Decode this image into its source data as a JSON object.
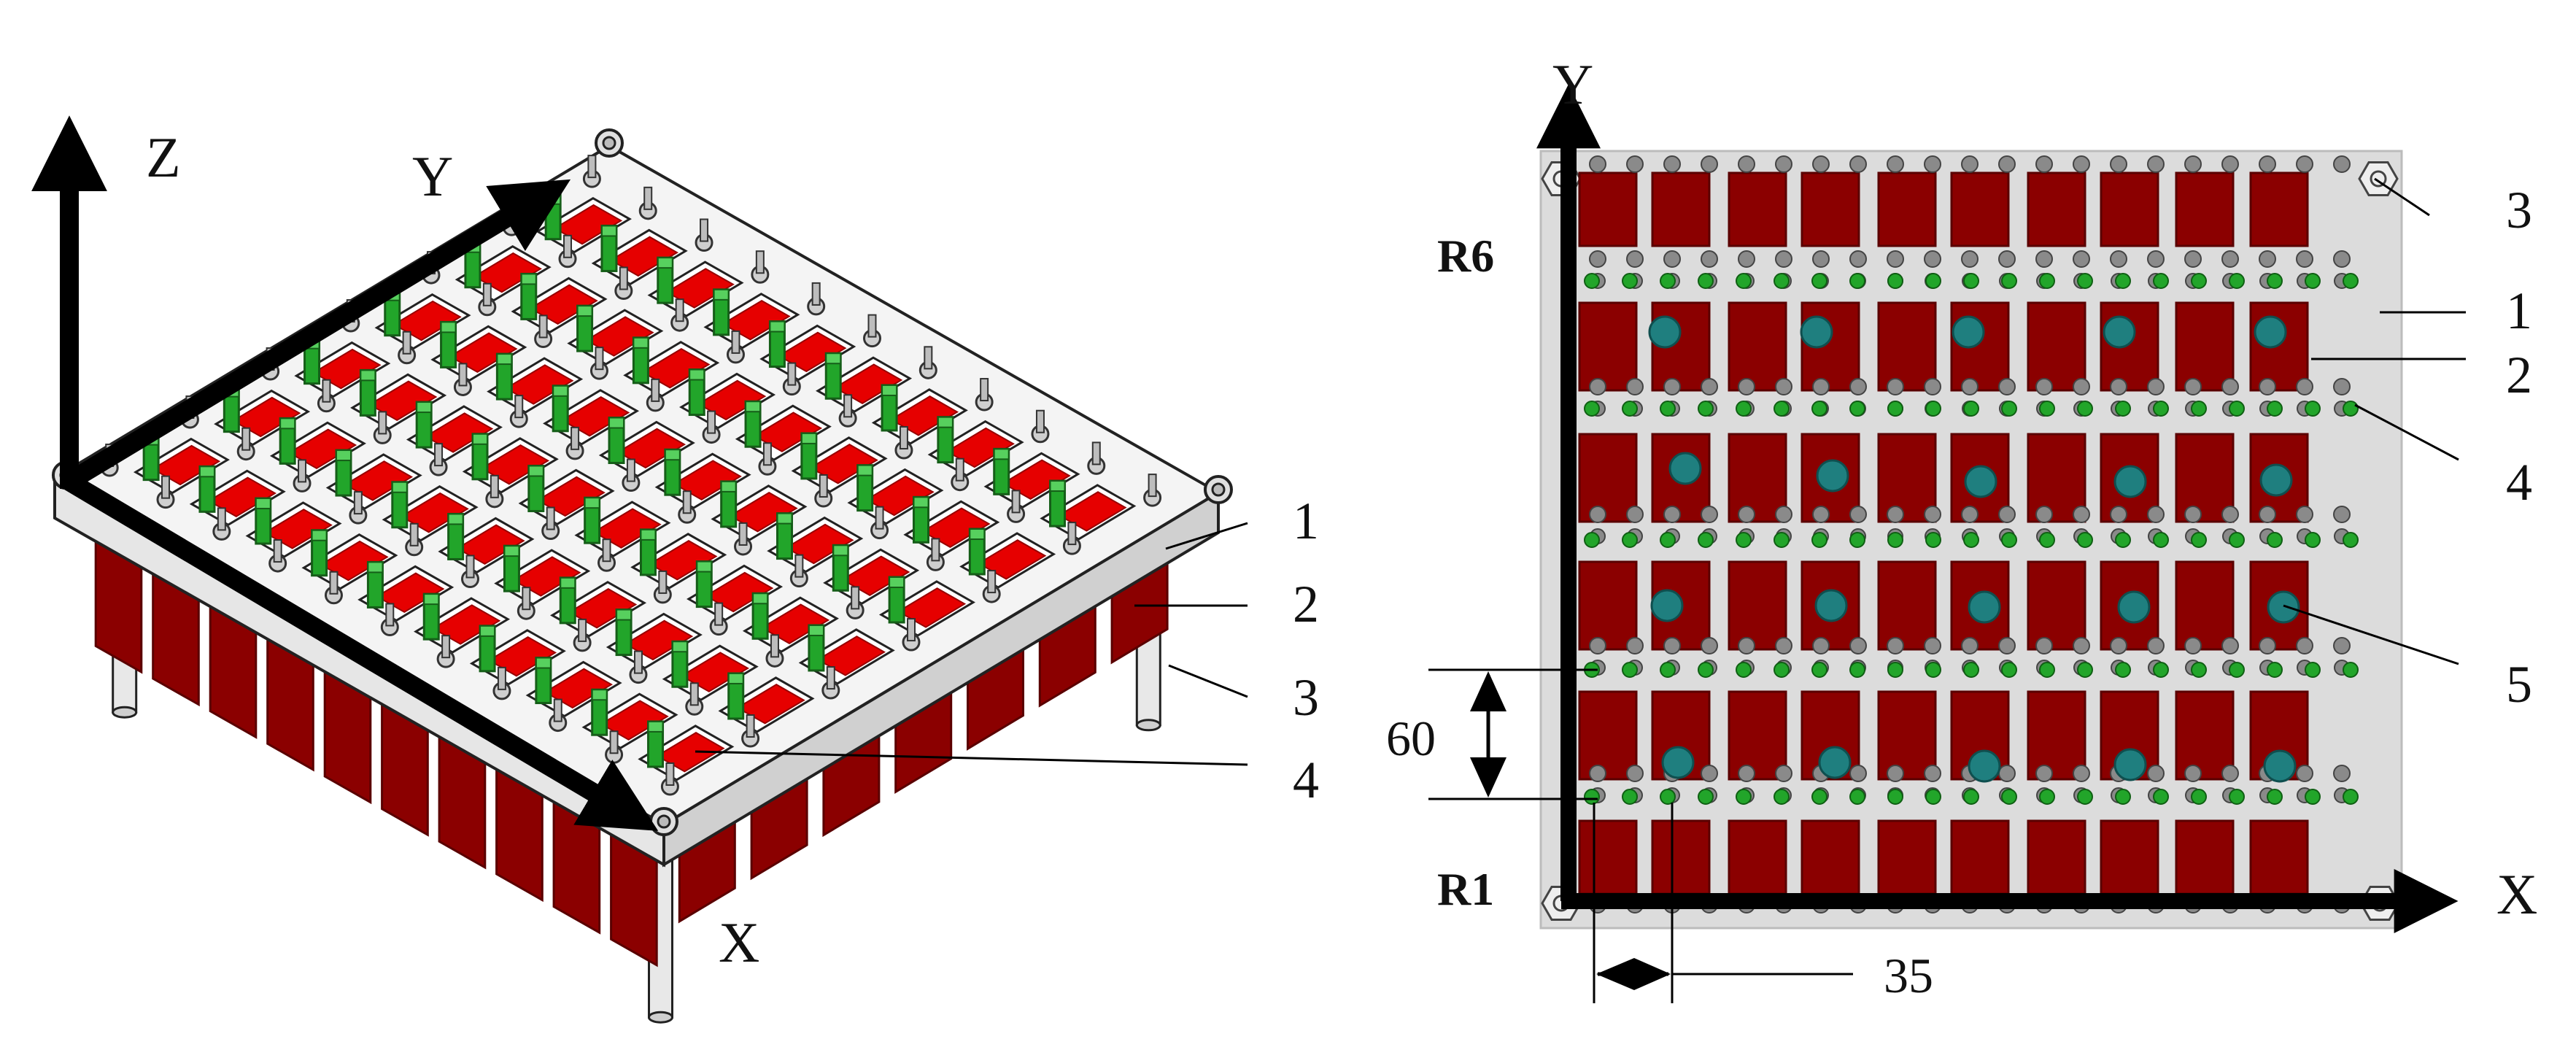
{
  "left_view": {
    "axes": {
      "z": "Z",
      "y": "Y",
      "x": "X"
    },
    "callouts": [
      "1",
      "2",
      "3",
      "4"
    ]
  },
  "right_view": {
    "axes": {
      "y": "Y",
      "x": "X"
    },
    "row_labels": {
      "top": "R6",
      "bottom": "R1"
    },
    "callouts": [
      "3",
      "1",
      "2",
      "4",
      "5"
    ],
    "dimensions": {
      "row_pitch": "60",
      "col_pitch": "35"
    }
  },
  "colors": {
    "module": "#8b0000",
    "module_edge": "#5a0000",
    "module_top": "#e60000",
    "green_part": "#22a52a",
    "teal_dot": "#1f7f7f",
    "plate": "#dedede",
    "bolt": "#8a8a8a"
  }
}
